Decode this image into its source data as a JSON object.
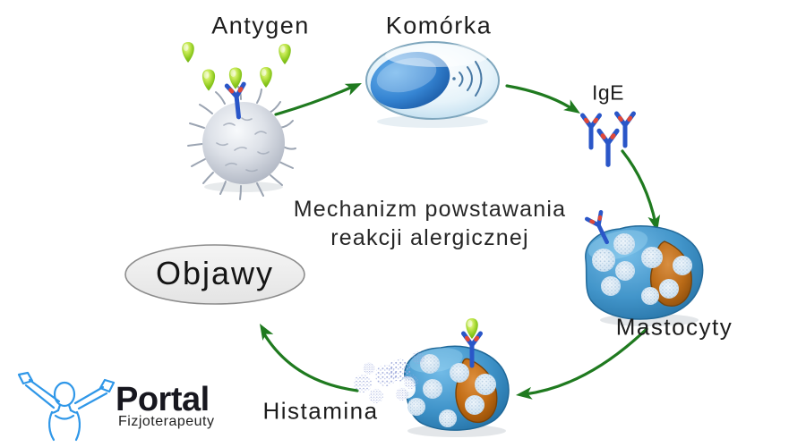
{
  "title": {
    "line1": "Mechanizm powstawania",
    "line2": "reakcji alergicznej"
  },
  "nodes": {
    "antygen": {
      "label": "Antygen"
    },
    "komorka": {
      "label": "Komórka"
    },
    "ige": {
      "label": "IgE"
    },
    "mastocyty": {
      "label": "Mastocyty"
    },
    "histamina": {
      "label": "Histamina"
    },
    "objawy": {
      "label": "Objawy"
    }
  },
  "flow": {
    "steps": [
      "Antygen",
      "Komórka",
      "IgE",
      "Mastocyty",
      "Histamina",
      "Objawy"
    ],
    "arrows": [
      {
        "from": "Antygen",
        "to": "Komórka"
      },
      {
        "from": "Komórka",
        "to": "IgE"
      },
      {
        "from": "IgE",
        "to": "Mastocyty"
      },
      {
        "from": "Mastocyty",
        "to": "Histamina"
      },
      {
        "from": "Histamina",
        "to": "Objawy"
      }
    ]
  },
  "logo": {
    "brand": "Portal",
    "subtitle": "Fizjoterapeuty"
  },
  "icons": [
    "antigen-drop-icon",
    "antibody-icon",
    "spiky-cell-icon",
    "cell-with-signal-waves-icon",
    "mast-cell-icon",
    "histamine-particles-icon",
    "raised-arms-figure-icon"
  ],
  "colors": {
    "arrow_green": "#1f7a1f",
    "antigen_drop_green": "#8cc91e",
    "cell_blue": "#3f93c9",
    "cell_nucleus_blue": "#2a6fc0",
    "granule_light_blue": "#d2e4f2",
    "nucleus_orange": "#c06a12",
    "antibody_blue": "#2a56c8",
    "antibody_joint_red": "#e04838",
    "histamine_lavender": "#98a4d8",
    "symptoms_ellipse_gray": "#ededed",
    "spiky_cell_gray": "#b6bcc8",
    "logo_blue": "#2f97e8",
    "text_dark": "#1d1d1d"
  }
}
